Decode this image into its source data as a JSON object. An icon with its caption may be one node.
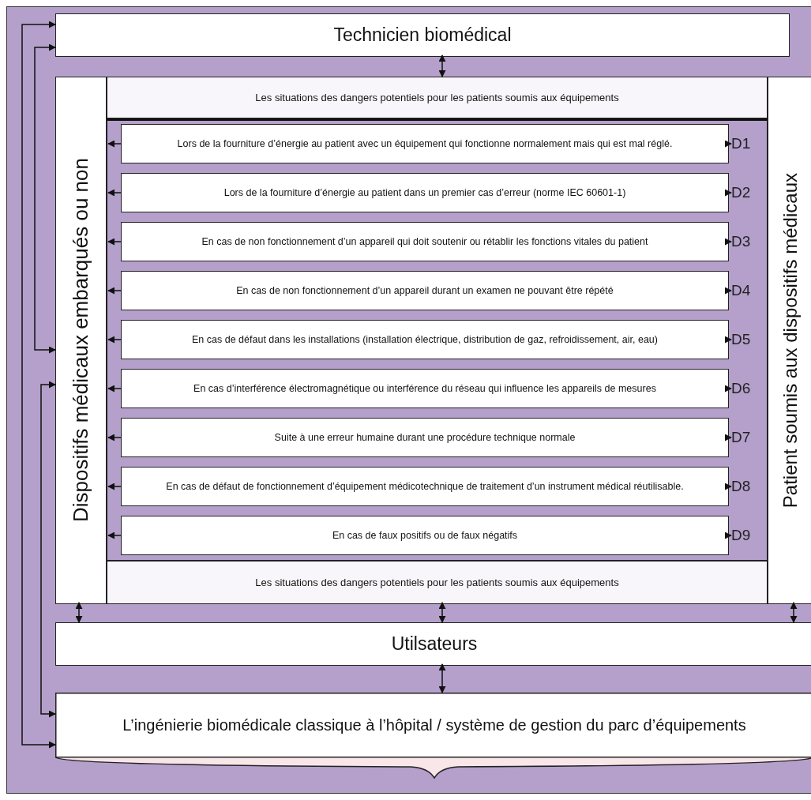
{
  "diagram": {
    "nodes": [
      {
        "text": [
          "Technicien biomédical"
        ]
      },
      {
        "text": [
          "Dispositifs médicaux embarqués ou non"
        ]
      },
      {
        "text": [
          "Patient soumis aux dispositifs médicaux"
        ]
      },
      {
        "text": [
          "Les situations des dangers potentiels pour les patients soumis aux équipements"
        ]
      },
      {
        "text": [
          "Lors de la fourniture d’énergie au patient avec un équipement qui fonctionne normalement mais qui est mal réglé."
        ]
      },
      {
        "text": [
          "D1"
        ]
      },
      {
        "text": [
          "Lors de la fourniture d’énergie au patient dans un premier cas d’erreur (norme IEC 60601-1)"
        ]
      },
      {
        "text": [
          "D2"
        ]
      },
      {
        "text": [
          "En cas de non fonctionnement d’un appareil qui doit soutenir ou rétablir les fonctions vitales du patient"
        ]
      },
      {
        "text": [
          "D3"
        ]
      },
      {
        "text": [
          "En cas de non fonctionnement d’un appareil durant un examen ne pouvant être répété"
        ]
      },
      {
        "text": [
          "D4"
        ]
      },
      {
        "text": [
          "En cas de défaut dans les installations (installation électrique, distribution de gaz, refroidissement, air, eau)"
        ]
      },
      {
        "text": [
          "D5"
        ]
      },
      {
        "text": [
          "En cas d’interférence électromagnétique ou interférence du réseau qui influence les appareils de mesures"
        ]
      },
      {
        "text": [
          "D6"
        ]
      },
      {
        "text": [
          "Suite à une erreur humaine durant une procédure technique normale"
        ]
      },
      {
        "text": [
          "D7"
        ]
      },
      {
        "text": [
          "En cas de défaut de fonctionnement d’équipement médicotechnique de traitement d’un instrument médical réutilisable."
        ]
      },
      {
        "text": [
          "D8"
        ]
      },
      {
        "text": [
          "En cas de faux positifs ou de faux négatifs"
        ]
      },
      {
        "text": [
          "D9"
        ]
      },
      {
        "text": [
          "Les situations des dangers potentiels pour les patients soumis aux équipements"
        ]
      },
      {
        "text": [
          "Utilsateurs"
        ]
      },
      {
        "text": [
          "L’ingénierie biomédicale classique à l’hôpital / système de gestion du parc d’équipements"
        ]
      }
    ],
    "edges": [
      {
        "from": 0,
        "to": 3,
        "arrow": "both"
      },
      {
        "from": 4,
        "to": 1,
        "arrow": "to"
      },
      {
        "from": 4,
        "to": 5,
        "arrow": "to"
      },
      {
        "from": 6,
        "to": 1,
        "arrow": "to"
      },
      {
        "from": 6,
        "to": 7,
        "arrow": "to"
      },
      {
        "from": 8,
        "to": 1,
        "arrow": "to"
      },
      {
        "from": 8,
        "to": 9,
        "arrow": "to"
      },
      {
        "from": 10,
        "to": 1,
        "arrow": "to"
      },
      {
        "from": 10,
        "to": 11,
        "arrow": "to"
      },
      {
        "from": 12,
        "to": 1,
        "arrow": "to"
      },
      {
        "from": 12,
        "to": 13,
        "arrow": "to"
      },
      {
        "from": 14,
        "to": 1,
        "arrow": "to"
      },
      {
        "from": 14,
        "to": 15,
        "arrow": "to"
      },
      {
        "from": 16,
        "to": 1,
        "arrow": "to"
      },
      {
        "from": 16,
        "to": 17,
        "arrow": "to"
      },
      {
        "from": 18,
        "to": 1,
        "arrow": "to"
      },
      {
        "from": 18,
        "to": 19,
        "arrow": "to"
      },
      {
        "from": 20,
        "to": 1,
        "arrow": "to"
      },
      {
        "from": 20,
        "to": 21,
        "arrow": "to"
      },
      {
        "from": 1,
        "to": 23,
        "arrow": "both"
      },
      {
        "from": 22,
        "to": 23,
        "arrow": "both"
      },
      {
        "from": 2,
        "to": 23,
        "arrow": "both"
      },
      {
        "from": 23,
        "to": 24,
        "arrow": "both"
      },
      {
        "from": 24,
        "to": 0,
        "arrow": "both"
      },
      {
        "from": 1,
        "to": 0,
        "arrow": "both"
      },
      {
        "from": 24,
        "to": 1,
        "arrow": "both"
      }
    ]
  }
}
